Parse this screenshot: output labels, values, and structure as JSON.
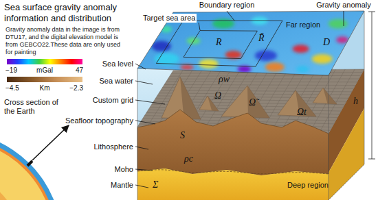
{
  "diagram": {
    "title": "Sea surface gravity anomaly information and distribution",
    "labels": [
      "Gravity anomaly data in the image is from DTU17, and the digital elevation model is from GEBCO22.These data are only used for painting",
      "−19",
      "mGal",
      "47",
      "−4.5",
      "Km",
      "−2.3",
      "Cross section of the Earth",
      "Boundary region",
      "Target sea area",
      "Far region",
      "Gravity anomaly",
      "D",
      "R̃",
      "R",
      "Sea level",
      "Sea water",
      "Custom grid",
      "Seafloor topography",
      "Lithosphere",
      "Moho",
      "Mantle",
      "h",
      "ρw",
      "Ω",
      "Ω̃",
      "Ωt",
      "S",
      "ρc",
      "Σ",
      "Deep region"
    ]
  }
}
